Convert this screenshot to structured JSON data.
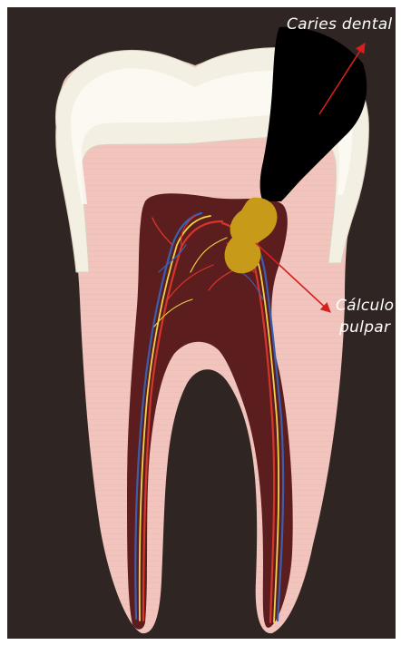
{
  "labels": {
    "caries": "Caries dental",
    "calculo_line1": "Cálculo",
    "calculo_line2": "pulpar"
  },
  "colors": {
    "background": "#2f2522",
    "enamel": "#f3efe3",
    "enamel_inner": "#f7f4ea",
    "dentin": "#f1c5bd",
    "dentin_lines": "#e4aaa2",
    "pulp": "#5b1d1d",
    "caries": "#000000",
    "pulp_stone": "#c89a1a",
    "arrow": "#d61f1f",
    "label_text": "#ffffff",
    "artery": "#d6362a",
    "vein": "#3a5fae",
    "nerve": "#f0d24a"
  }
}
